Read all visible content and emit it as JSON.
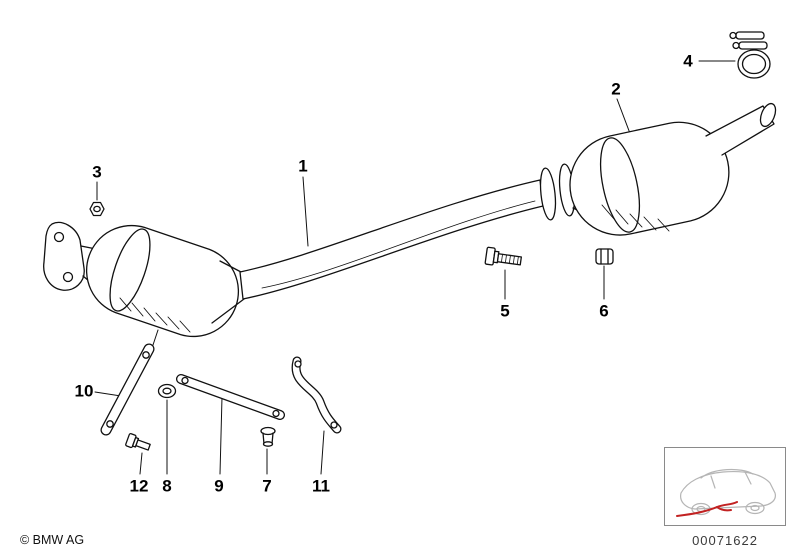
{
  "part_labels": [
    "1",
    "2",
    "3",
    "4",
    "5",
    "6",
    "7",
    "8",
    "9",
    "10",
    "11",
    "12"
  ],
  "footer": {
    "copyright": "© BMW AG",
    "part_number": "00071622"
  },
  "icons": {
    "vehicle_thumbnail": "bmw-sedan-sketch-with-red-exhaust-line"
  }
}
